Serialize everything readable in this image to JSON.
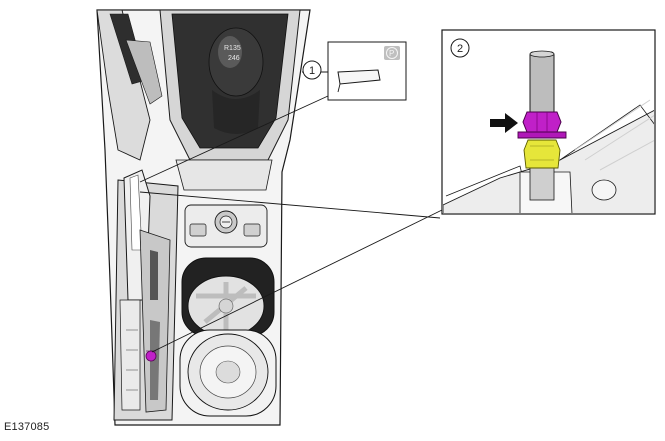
{
  "figure_id": "E137085",
  "callouts": [
    {
      "number": "1"
    },
    {
      "number": "2"
    }
  ],
  "gear_knob": {
    "row1": "R135",
    "row2": "246"
  },
  "parking_symbol": "P",
  "colors": {
    "fastener_nut": "#c020c8",
    "fastener_sleeve": "#e6e63a",
    "outline": "#1a1a1a",
    "console_fill": "#f0f0f0",
    "dark_fill": "#2b2b2b"
  },
  "icons": [
    "arrow-right-icon",
    "parking-brake-symbol"
  ]
}
